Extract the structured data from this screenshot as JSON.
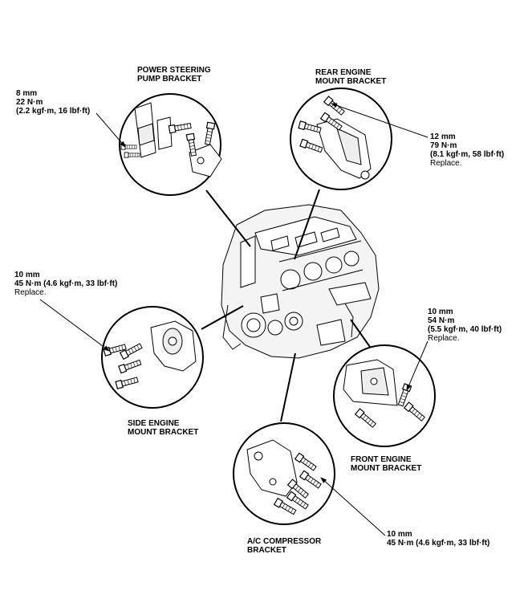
{
  "callouts": {
    "power_steering": {
      "title": [
        "POWER STEERING",
        "PUMP BRACKET"
      ],
      "spec": [
        "8 mm",
        "22 N·m",
        "(2.2 kgf·m, 16 lbf·ft)"
      ],
      "note": ""
    },
    "rear_engine_mount": {
      "title": [
        "REAR ENGINE",
        "MOUNT BRACKET"
      ],
      "spec": [
        "12 mm",
        "79 N·m",
        "(8.1 kgf·m, 58 lbf·ft)"
      ],
      "note": "Replace."
    },
    "side_engine_mount": {
      "title": [
        "SIDE ENGINE",
        "MOUNT BRACKET"
      ],
      "spec": [
        "10 mm",
        "45 N·m (4.6 kgf·m, 33 lbf·ft)"
      ],
      "note": "Replace."
    },
    "front_engine_mount": {
      "title": [
        "FRONT ENGINE",
        "MOUNT BRACKET"
      ],
      "spec": [
        "10 mm",
        "54 N·m",
        "(5.5 kgf·m, 40 lbf·ft)"
      ],
      "note": "Replace."
    },
    "ac_compressor": {
      "title": [
        "A/C COMPRESSOR",
        "BRACKET"
      ],
      "spec": [
        "10 mm",
        "45 N·m (4.6 kgf·m, 33 lbf·ft)"
      ],
      "note": ""
    }
  }
}
